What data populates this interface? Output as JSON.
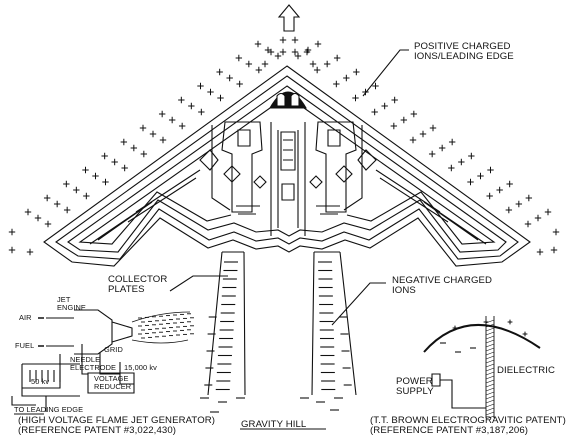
{
  "labels": {
    "positive_charged": [
      "POSITIVE CHARGED",
      "IONS/LEADING EDGE"
    ],
    "collector_plates": [
      "COLLECTOR",
      "PLATES"
    ],
    "negative_charged": [
      "NEGATIVE CHARGED",
      "IONS"
    ],
    "gravity_hill": "GRAVITY HILL",
    "jet_engine": [
      "JET",
      "ENGINE"
    ],
    "air": "AIR",
    "fuel": "FUEL",
    "grid": "GRID",
    "needle_electrode": [
      "NEEDLE",
      "ELECTRODE"
    ],
    "kv15000": "15,000 kv",
    "kv50": "50 kv",
    "voltage_reducer": [
      "VOLTAGE",
      "REDUCER"
    ],
    "to_leading_edge": "TO LEADING EDGE",
    "power_supply": [
      "POWER",
      "SUPPLY"
    ],
    "dielectric": "DIELECTRIC",
    "left_caption": [
      "(HIGH VOLTAGE FLAME JET GENERATOR)",
      "(REFERENCE PATENT #3,022,430)"
    ],
    "right_caption": [
      "(T.T. BROWN ELECTROGRAVITIC PATENT)",
      "(REFERENCE PATENT #3,187,206)"
    ]
  },
  "icons": {
    "up_arrow": "direction-of-flight-arrow",
    "plus": "positive-charge-symbol",
    "minus": "negative-charge-symbol"
  }
}
